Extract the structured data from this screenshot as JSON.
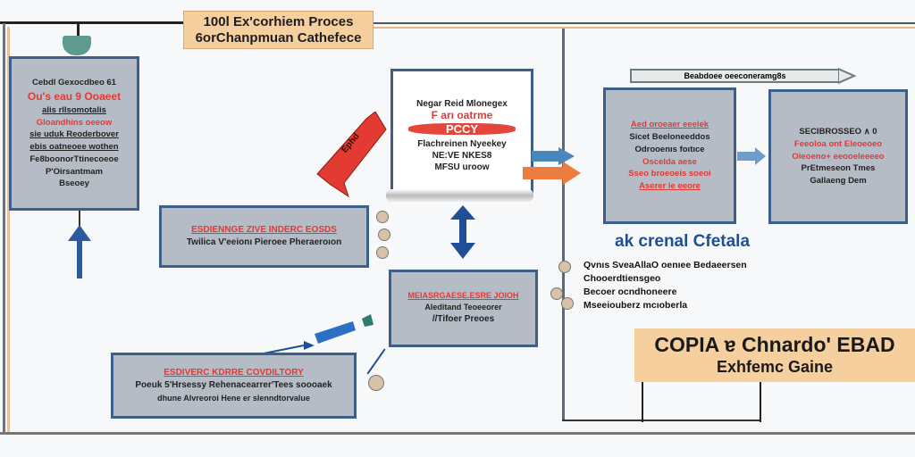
{
  "title": {
    "line1": "100l Ex'corhiem Proces",
    "line2": "6orChanpmuan Cathefece"
  },
  "left_box": {
    "lines": [
      "Cebdl Gexocdbeo 61",
      "Ou's eau 9 Ooaeet",
      "alis rllsomotalis",
      "Gloandhins oeeow",
      "sie uduk Reoderbover",
      "ebis oatneoee wothen",
      "Fe8boonorTtinecoeoe",
      "P'Oirsantmam",
      "Bseoey"
    ]
  },
  "center_box": {
    "line1": "Negar Reid Mlonegex",
    "line2": "F arı oatrme",
    "banner": "PCCY",
    "line3": "Flachreinen Nyeekey",
    "line4": "NE:VE NKES8",
    "line5": "MFSU uroow"
  },
  "ribbon_label": "Ephd",
  "box2": {
    "heading": "ESDIENNGE ZIVE INDERC EOSDS",
    "line1": "Twilica V'eeionı Pieroee Pheraeroıon"
  },
  "box3": {
    "heading": "MEIASRGAESE.ESRE JOIOH",
    "line1": "Aleditand Teoeeorer",
    "line2": "//Tifoer Preoes"
  },
  "box4": {
    "heading": "ESDIVERC KDRRE COVDILTORY",
    "line1": "Poeuk 5'Hrsessy Rehenacearrer'Tees soooaek",
    "line2": "dhune Alvreoroi Hene er slenndtorvalue"
  },
  "top_right_banner": "Beabdoee oeeconeramg8s",
  "box5": {
    "heading": "Aed oroeaer eeelek",
    "line1": "Sicet Beeloneeddos",
    "line2": "Odrooenıs foıtıce",
    "red1": "Oscelda aese",
    "red2": "Sseo broeoeis soeoi",
    "red3": "Aserer ie eeore"
  },
  "box6": {
    "line1": "SECIBROSSEO ∧ 0",
    "red1": "Feeoloa ont Eleoeoeo",
    "red2": "Oieoeno+ eeooeleeeeo",
    "line2": "PrEtmeseon Tmes",
    "line3": "Gallaeng Dem"
  },
  "blue_heading": "ak crenal Cfetala",
  "list_items": [
    "Qvnıs SveaAllaO oenıee Bedaeersen",
    "Chooerdtiensgeo",
    "Becoer ocndhoneere",
    "Mseeiouberz mcıoberla"
  ],
  "bottom_right": {
    "line1": "COPIA ɐ Chnardo' EBAD",
    "line2": "Exhfemc Gaine"
  },
  "colors": {
    "box_fill": "#b5bcc5",
    "box_border": "#3e5f8a",
    "accent_red": "#e03a36",
    "peach": "#f6cf9e",
    "blue": "#1f4f96"
  }
}
